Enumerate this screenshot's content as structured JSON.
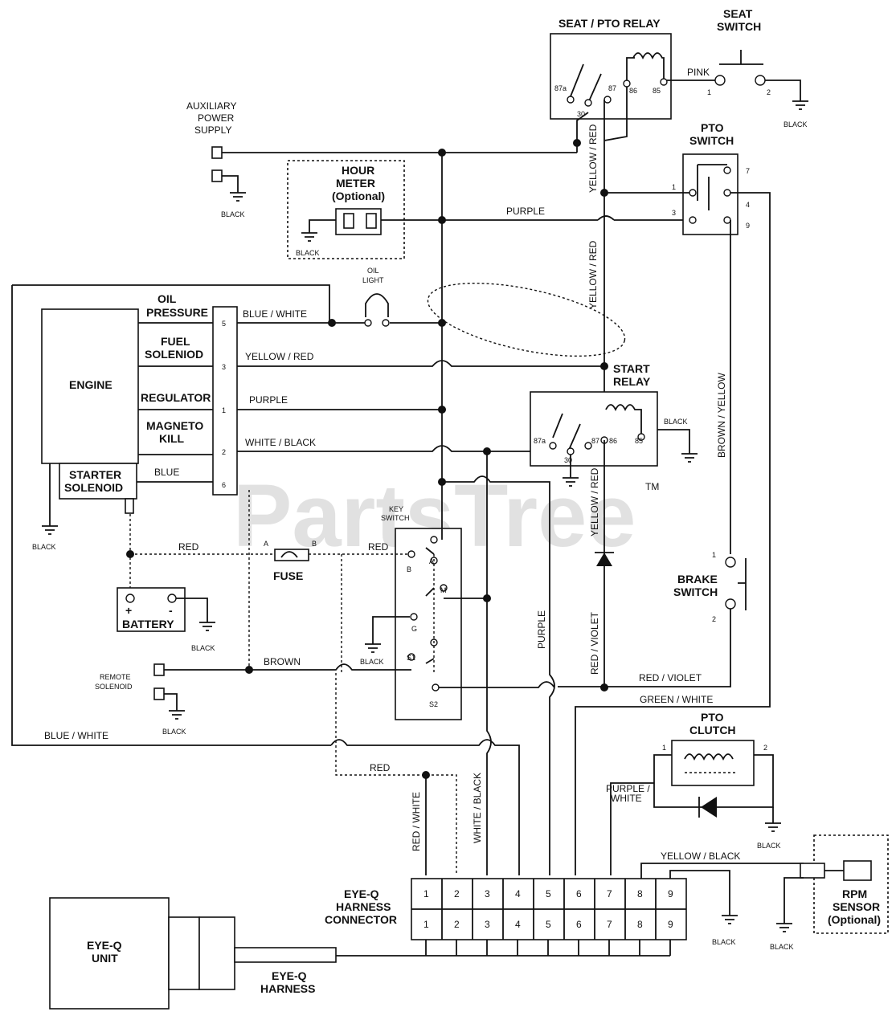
{
  "labels": {
    "seat_pto_relay": "SEAT / PTO RELAY",
    "seat_switch_1": "SEAT",
    "seat_switch_2": "SWITCH",
    "aux_1": "AUXILIARY",
    "aux_2": "POWER",
    "aux_3": "SUPPLY",
    "hour_meter_1": "HOUR",
    "hour_meter_2": "METER",
    "hour_meter_3": "(Optional)",
    "pto_switch_1": "PTO",
    "pto_switch_2": "SWITCH",
    "oil_light_1": "OIL",
    "oil_light_2": "LIGHT",
    "engine": "ENGINE",
    "oil_pressure_1": "OIL",
    "oil_pressure_2": "PRESSURE",
    "fuel_solenoid_1": "FUEL",
    "fuel_solenoid_2": "SOLENIOD",
    "regulator": "REGULATOR",
    "magneto_kill_1": "MAGNETO",
    "magneto_kill_2": "KILL",
    "starter_solenoid_1": "STARTER",
    "starter_solenoid_2": "SOLENOID",
    "start_relay_1": "START",
    "start_relay_2": "RELAY",
    "key_switch_1": "KEY",
    "key_switch_2": "SWITCH",
    "fuse": "FUSE",
    "fuse_a": "A",
    "fuse_b": "B",
    "battery": "BATTERY",
    "battery_plus": "+",
    "battery_minus": "-",
    "brake_switch_1": "BRAKE",
    "brake_switch_2": "SWITCH",
    "remote_solenoid_1": "REMOTE",
    "remote_solenoid_2": "SOLENOID",
    "pto_clutch_1": "PTO",
    "pto_clutch_2": "CLUTCH",
    "eyeq_unit_1": "EYE-Q",
    "eyeq_unit_2": "UNIT",
    "eyeq_conn_1": "EYE-Q",
    "eyeq_conn_2": "HARNESS",
    "eyeq_conn_3": "CONNECTOR",
    "eyeq_harness_1": "EYE-Q",
    "eyeq_harness_2": "HARNESS",
    "rpm_1": "RPM",
    "rpm_2": "SENSOR",
    "rpm_3": "(Optional)",
    "watermark": "PartsTree",
    "tm": "TM"
  },
  "wires": {
    "pink": "PINK",
    "black": "BLACK",
    "yellow_red": "YELLOW / RED",
    "purple": "PURPLE",
    "blue_white": "BLUE / WHITE",
    "white_black": "WHITE / BLACK",
    "blue": "BLUE",
    "red": "RED",
    "brown": "BROWN",
    "brown_yellow": "BROWN / YELLOW",
    "red_violet": "RED / VIOLET",
    "green_white": "GREEN / WHITE",
    "red_white": "RED / WHITE",
    "purple_white_1": "PURPLE /",
    "purple_white_2": "WHITE",
    "yellow_black": "YELLOW / BLACK"
  },
  "pins": {
    "relay_top": [
      "87a",
      "30",
      "87",
      "86",
      "85"
    ],
    "start_relay": [
      "87a",
      "30",
      "87",
      "86",
      "85"
    ],
    "seat_switch": [
      "1",
      "2"
    ],
    "pto_switch": [
      "1",
      "3",
      "7",
      "4",
      "9"
    ],
    "engine_conn": [
      "5",
      "3",
      "1",
      "2",
      "6"
    ],
    "brake_switch": [
      "1",
      "2"
    ],
    "pto_clutch": [
      "1",
      "2"
    ],
    "key_switch": [
      "B",
      "A",
      "M",
      "G",
      "S1",
      "S2"
    ],
    "harness": [
      "1",
      "2",
      "3",
      "4",
      "5",
      "6",
      "7",
      "8",
      "9"
    ]
  }
}
